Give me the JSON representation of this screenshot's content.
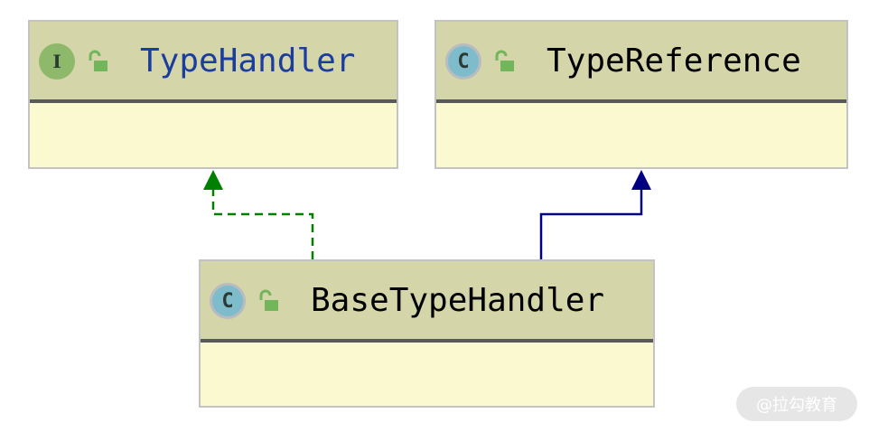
{
  "nodes": {
    "type_handler": {
      "name": "TypeHandler",
      "kind_letter": "I",
      "kind": "interface",
      "name_color": "#1b3d9e",
      "visibility_icon": "unlocked-padlock-icon"
    },
    "type_reference": {
      "name": "TypeReference",
      "kind_letter": "C",
      "kind": "class",
      "name_color": "#000000",
      "visibility_icon": "unlocked-padlock-icon"
    },
    "base_type_handler": {
      "name": "BaseTypeHandler",
      "kind_letter": "C",
      "kind": "class",
      "name_color": "#000000",
      "visibility_icon": "unlocked-padlock-icon"
    }
  },
  "edges": [
    {
      "from": "BaseTypeHandler",
      "to": "TypeHandler",
      "relation": "implements",
      "style": "dashed",
      "color": "#008000"
    },
    {
      "from": "BaseTypeHandler",
      "to": "TypeReference",
      "relation": "extends",
      "style": "solid",
      "color": "#000080"
    }
  ],
  "colors": {
    "header_bg": "#d5d5aa",
    "body_bg": "#fbf9d0",
    "interface_badge": "#8fb96a",
    "class_badge": "#7fbccb",
    "lock_green": "#72b55a"
  },
  "watermark": {
    "text": "@拉勾教育"
  }
}
